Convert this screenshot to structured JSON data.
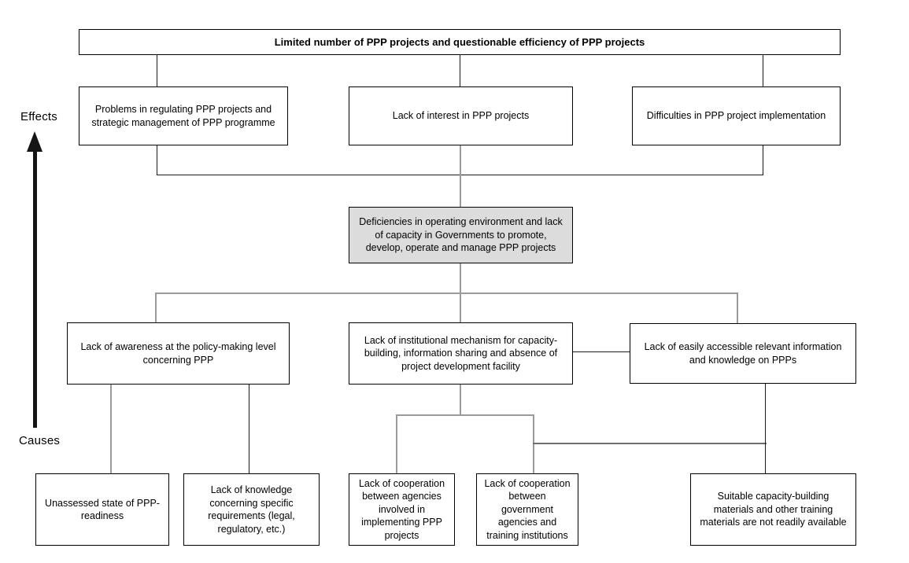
{
  "diagram": {
    "axis": {
      "effects_label": "Effects",
      "causes_label": "Causes"
    },
    "top_problem": {
      "text": "Limited number of PPP projects and questionable efficiency of PPP projects"
    },
    "effects": [
      {
        "text": "Problems in regulating PPP projects and strategic management of PPP programme"
      },
      {
        "text": "Lack of interest in PPP projects"
      },
      {
        "text": "Difficulties in PPP project implementation"
      }
    ],
    "core_problem": {
      "text": "Deficiencies in operating environment and lack of capacity in Governments to promote, develop, operate and manage PPP projects"
    },
    "causes": [
      {
        "text": "Lack of awareness at the policy-making level concerning PPP"
      },
      {
        "text": "Lack of institutional mechanism for capacity-building, information sharing and absence of project development facility"
      },
      {
        "text": "Lack of easily accessible relevant information and knowledge on PPPs"
      }
    ],
    "sub_causes": [
      {
        "text": "Unassessed state of PPP-readiness"
      },
      {
        "text": "Lack of knowledge concerning specific requirements (legal, regulatory, etc.)"
      },
      {
        "text": "Lack of cooperation between agencies involved in implementing PPP projects"
      },
      {
        "text": "Lack of cooperation between government agencies and training institutions"
      },
      {
        "text": "Suitable capacity-building materials and other training materials are not readily available"
      }
    ],
    "colors": {
      "box_border": "#000000",
      "core_fill": "#dcdcdc",
      "connector_gray": "#9a9a9a",
      "connector_black": "#1a1a1a"
    }
  }
}
